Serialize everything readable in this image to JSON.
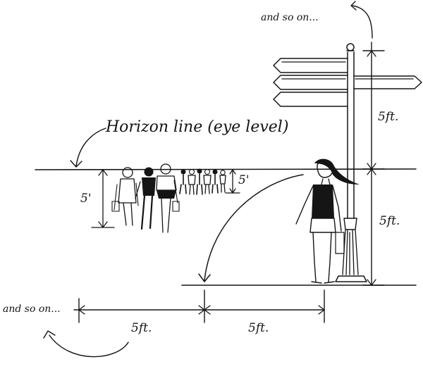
{
  "labels": {
    "and_so_on_top": "and so on...",
    "horizon_line": "Horizon line (eye level)",
    "post_top_5ft": "5ft.",
    "post_bottom_5ft": "5ft.",
    "left_5": "5'",
    "crowd_5": "5'",
    "and_so_on_bottom": "and so on...",
    "ground_left_5ft": "5ft.",
    "ground_right_5ft": "5ft."
  },
  "colors": {
    "ink": "#151515",
    "paper": "#ffffff"
  }
}
